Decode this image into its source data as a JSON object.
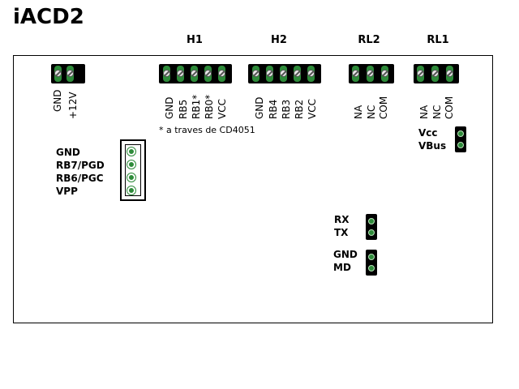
{
  "title": "iACD2",
  "headers": {
    "h1": "H1",
    "h2": "H2",
    "rl2": "RL2",
    "rl1": "RL1"
  },
  "power_labels": [
    "GND",
    "+12V"
  ],
  "h1_labels": [
    "GND",
    "RB5",
    "RB1*",
    "RB0*",
    "VCC"
  ],
  "h2_labels": [
    "GND",
    "RB4",
    "RB3",
    "RB2",
    "VCC"
  ],
  "rl2_labels": [
    "NA",
    "NC",
    "COM"
  ],
  "rl1_labels": [
    "NA",
    "NC",
    "COM"
  ],
  "note": "* a traves de CD4051",
  "icsp_labels": [
    "GND",
    "RB7/PGD",
    "RB6/PGC",
    "VPP"
  ],
  "jumper_vcc": [
    "Vcc",
    "VBus"
  ],
  "jumper_rxtx": [
    "RX",
    "TX"
  ],
  "jumper_gndmd": [
    "GND",
    "MD"
  ],
  "colors": {
    "pad": "#2e8b3a",
    "terminal_body": "#000000",
    "board_outline": "#000000"
  }
}
